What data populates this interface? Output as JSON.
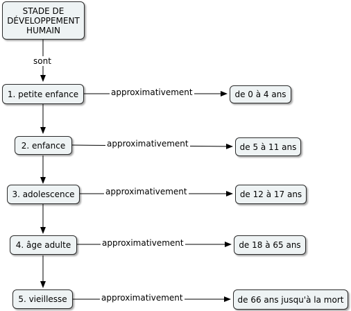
{
  "root": {
    "label": "STADE DE DÉVELOPPEMENT HUMAIN"
  },
  "root_link": {
    "label": "sont"
  },
  "stages": [
    {
      "label": "1. petite enfance",
      "link": "approximativement",
      "range": "de 0 à 4 ans"
    },
    {
      "label": "2. enfance",
      "link": "approximativement",
      "range": "de 5 à 11 ans"
    },
    {
      "label": "3. adolescence",
      "link": "approximativement",
      "range": "de 12 à 17 ans"
    },
    {
      "label": "4. âge adulte",
      "link": "approximativement",
      "range": "de 18 à 65 ans"
    },
    {
      "label": "5. vieillesse",
      "link": "approximativement",
      "range": "de 66 ans jusqu'à la mort"
    }
  ],
  "colors": {
    "node_fill": "#eef3f4",
    "node_border": "#2b2b2b",
    "line": "#000000"
  }
}
